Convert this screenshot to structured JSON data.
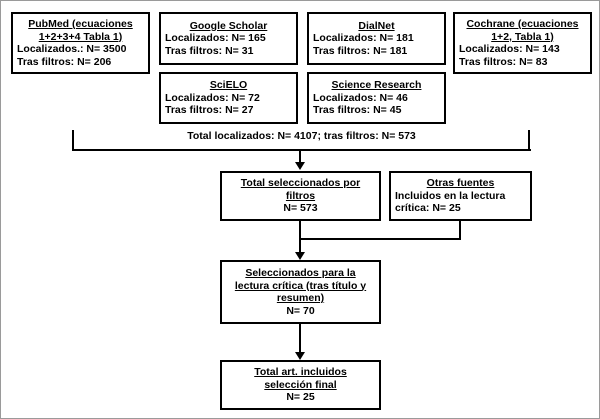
{
  "diagram": {
    "type": "prisma-flow-diagram",
    "language": "es",
    "sources": [
      {
        "id": "pubmed",
        "title_line1": "PubMed  (ecuaciones",
        "title_line2": "1+2+3+4 Tabla 1)",
        "located": "Localizados.: N= 3500",
        "filtered": "Tras filtros: N= 206",
        "located_count": 3500,
        "filtered_count": 206
      },
      {
        "id": "google-scholar",
        "title_line1": "Google Scholar",
        "title_line2": "",
        "located": "Localizados: N= 165",
        "filtered": "Tras filtros: N= 31",
        "located_count": 165,
        "filtered_count": 31
      },
      {
        "id": "dialnet",
        "title_line1": "DialNet",
        "title_line2": "",
        "located": "Localizados: N= 181",
        "filtered": "Tras filtros: N= 181",
        "located_count": 181,
        "filtered_count": 181
      },
      {
        "id": "cochrane",
        "title_line1": "Cochrane (ecuaciones",
        "title_line2": "1+2, Tabla 1)",
        "located": "Localizados: N= 143",
        "filtered": "Tras filtros: N= 83",
        "located_count": 143,
        "filtered_count": 83
      },
      {
        "id": "scielo",
        "title_line1": "SciELO",
        "title_line2": "",
        "located": "Localizados: N= 72",
        "filtered": "Tras filtros: N= 27",
        "located_count": 72,
        "filtered_count": 27
      },
      {
        "id": "science-research",
        "title_line1": "Science Research",
        "title_line2": "",
        "located": "Localizados: N= 46",
        "filtered": "Tras filtros: N= 45",
        "located_count": 46,
        "filtered_count": 45
      }
    ],
    "total_line": "Total localizados: N= 4107; tras filtros: N= 573",
    "total_located": 4107,
    "total_filtered": 573,
    "stages": {
      "selected_by_filters": {
        "title_line1": "Total seleccionados por",
        "title_line2": "filtros",
        "count_label": "N= 573",
        "count": 573
      },
      "other_sources": {
        "title_line1": "Otras fuentes",
        "body_line1": "Incluidos en la lectura",
        "body_line2": "crítica: N= 25",
        "count": 25
      },
      "critical_reading": {
        "title_line1": "Seleccionados para la",
        "title_line2": "lectura crítica (tras título y",
        "title_line3": "resumen)",
        "count_label": "N= 70",
        "count": 70
      },
      "final_selection": {
        "title_line1": "Total art. incluidos",
        "title_line2": "selección final",
        "count_label": "N= 25",
        "count": 25
      }
    },
    "colors": {
      "stroke": "#000000",
      "background": "#ffffff",
      "outer_border": "#9a9a9a"
    }
  }
}
